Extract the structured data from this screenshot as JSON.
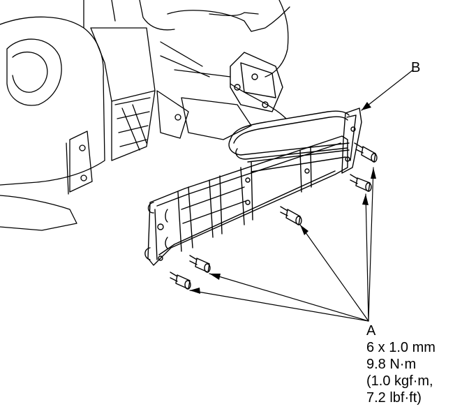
{
  "callouts": {
    "a": {
      "letter": "A",
      "spec_lines": [
        "6 x 1.0 mm",
        "9.8 N·m",
        "(1.0 kgf·m,",
        "7.2 lbf·ft)"
      ]
    },
    "b": {
      "letter": "B"
    }
  },
  "colors": {
    "ink": "#000000",
    "paper": "#ffffff"
  }
}
